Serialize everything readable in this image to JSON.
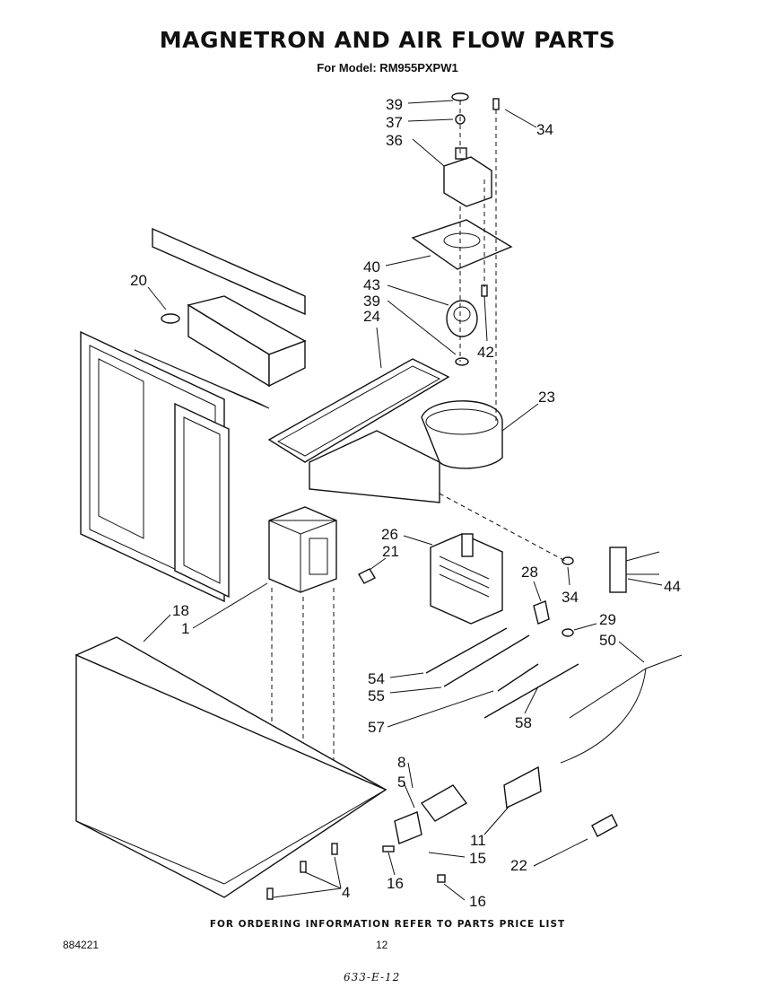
{
  "header": {
    "title": "MAGNETRON AND AIR FLOW PARTS",
    "subtitle": "For Model: RM955PXPW1"
  },
  "callouts": [
    "39",
    "37",
    "36",
    "34",
    "40",
    "43",
    "39",
    "24",
    "42",
    "20",
    "23",
    "26",
    "21",
    "28",
    "34",
    "44",
    "18",
    "1",
    "29",
    "50",
    "54",
    "55",
    "57",
    "58",
    "8",
    "5",
    "11",
    "15",
    "22",
    "16",
    "16",
    "4"
  ],
  "footer": {
    "note": "FOR ORDERING INFORMATION REFER TO PARTS PRICE LIST",
    "doc_number": "884221",
    "page_number": "12",
    "handwritten": "633-E-12"
  }
}
